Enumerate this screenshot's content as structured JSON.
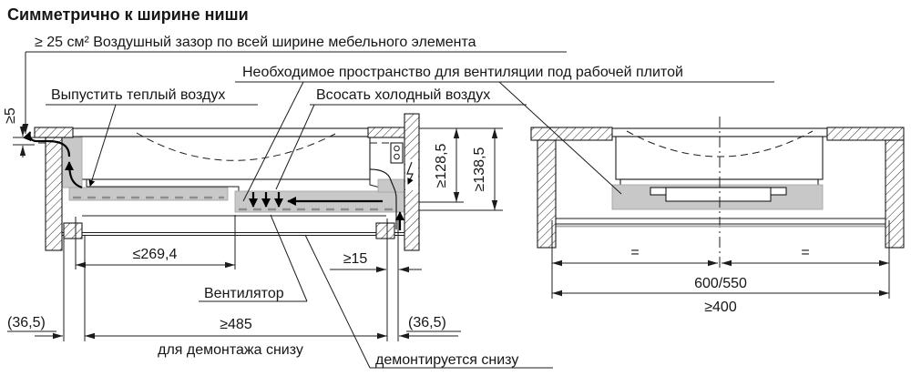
{
  "title": "Симметрично к ширине ниши",
  "labels": {
    "air_gap": "≥ 25 см²  Воздушный зазор по всей ширине мебельного элемента",
    "vent_space": "Необходимое пространство для вентиляции под рабочей плитой",
    "warm_air_out": "Выпустить теплый воздух",
    "cold_air_in": "Всосать холодный воздух",
    "fan": "Вентилятор",
    "for_dismantling_below": "для демонтажа снизу",
    "dismantled_from_below": "демонтируется снизу"
  },
  "dimensions": {
    "front_gap": "≥5",
    "max_left_width": "≤269,4",
    "rear_gap": "≥15",
    "overhang_left": "(36,5)",
    "overhang_right": "(36,5)",
    "service_width": "≥485",
    "min_height_1": "≥128,5",
    "min_height_2": "≥138,5",
    "equal_left": "=",
    "equal_right": "=",
    "worktop_depth": "600/550",
    "min_niche": "≥400"
  },
  "icons": {
    "power_connection": "lightning-bolt"
  },
  "colors": {
    "line": "#1c1c1c",
    "duct_fill": "#c8c8c8",
    "duct_dash": "#8d8d8d",
    "background": "#ffffff"
  }
}
